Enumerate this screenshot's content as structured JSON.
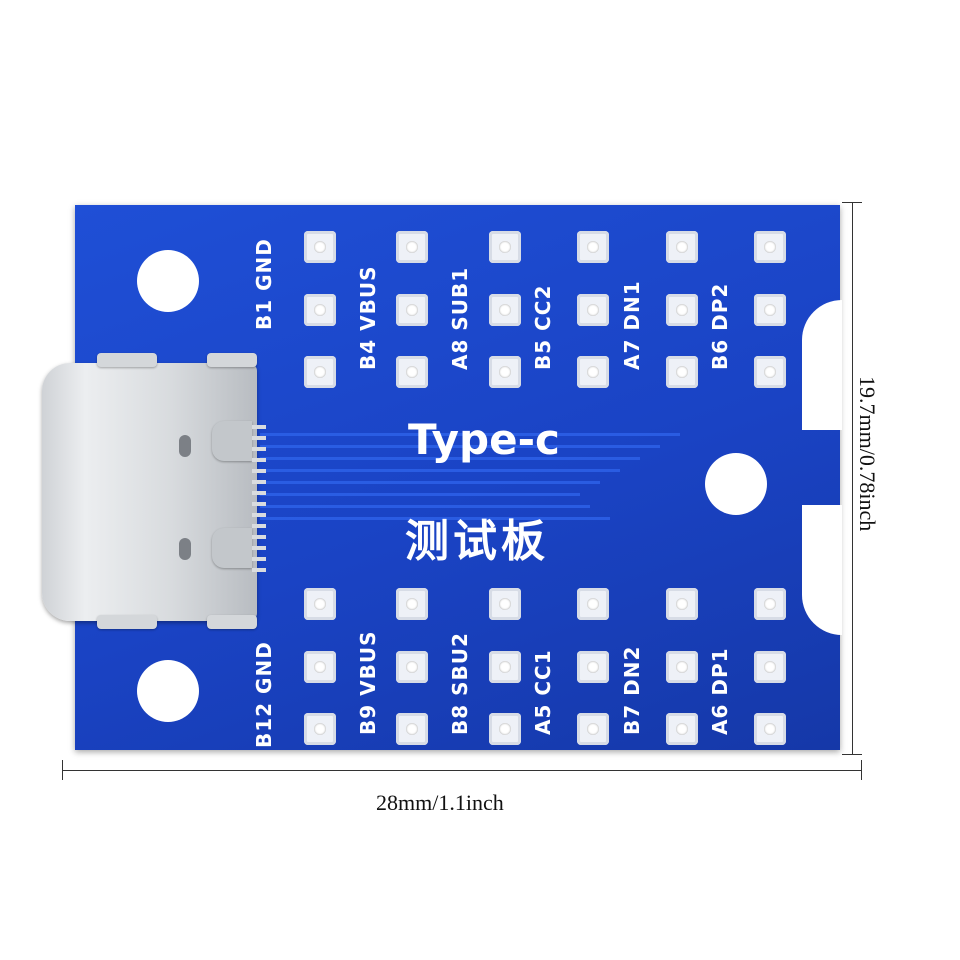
{
  "board": {
    "title": "Type-c",
    "subtitle": "测试板",
    "top_labels": [
      "B1 GND",
      "B4 VBUS",
      "A8 SUB1",
      "B5 CC2",
      "A7 DN1",
      "B6 DP2"
    ],
    "bottom_labels": [
      "B12 GND",
      "B9 VBUS",
      "B8 SBU2",
      "A5 CC1",
      "B7 DN2",
      "A6 DP1"
    ]
  },
  "dimensions": {
    "width_label": "28mm/1.1inch",
    "height_label": "19.7mm/0.78inch"
  },
  "colors": {
    "pcb": "#1f4fd6",
    "pad": "#eef1f7",
    "silkscreen": "#ffffff"
  }
}
